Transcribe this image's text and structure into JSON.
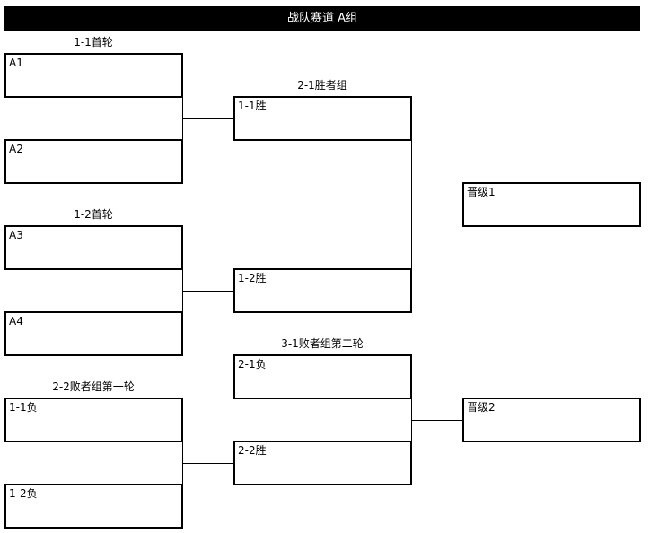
{
  "title": "战队赛道 A组",
  "rounds": {
    "r1_1": "1-1首轮",
    "r1_2": "1-2首轮",
    "r2_1": "2-1胜者组",
    "r2_2": "2-2败者组第一轮",
    "r3_1": "3-1败者组第二轮"
  },
  "slots": {
    "a1": "A1",
    "a2": "A2",
    "a3": "A3",
    "a4": "A4",
    "w11": "1-1胜",
    "w12": "1-2胜",
    "adv1": "晋级1",
    "l11": "1-1负",
    "l12": "1-2负",
    "l21": "2-1负",
    "w22": "2-2胜",
    "adv2": "晋级2"
  },
  "colors": {
    "line": "#000000",
    "title_bg": "#000000",
    "title_text": "#ffffff"
  }
}
